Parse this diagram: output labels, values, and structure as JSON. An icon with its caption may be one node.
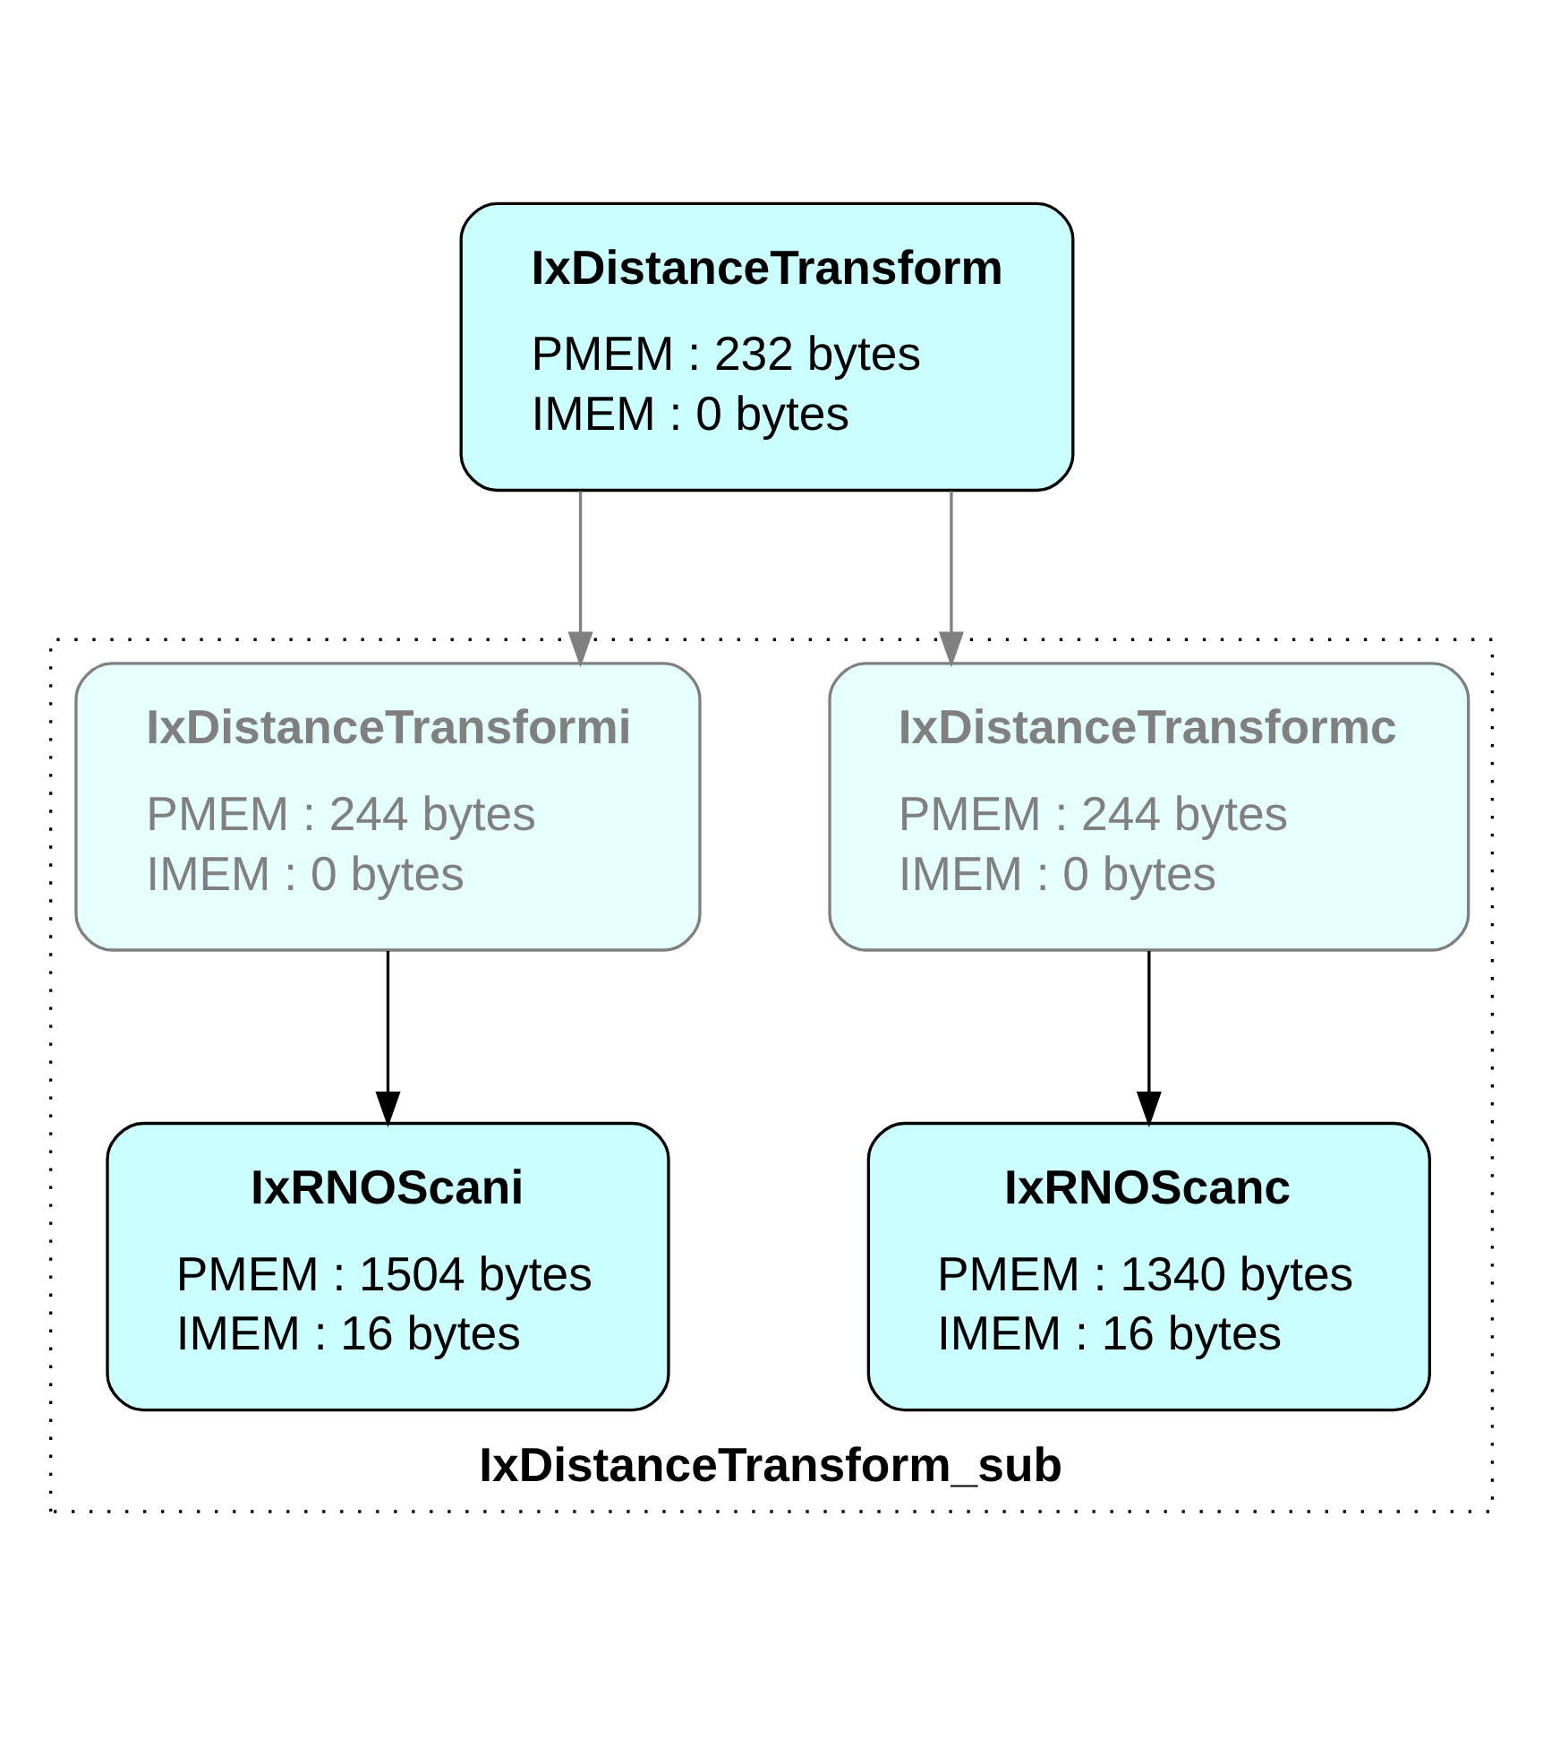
{
  "diagram": {
    "nodes": [
      {
        "text": [
          "IxDistanceTransform",
          "PMEM : 232 bytes",
          "IMEM : 0 bytes"
        ]
      },
      {
        "text": [
          "IxDistanceTransform_sub"
        ]
      },
      {
        "text": [
          "IxDistanceTransformc",
          "PMEM : 244 bytes",
          "IMEM : 0 bytes"
        ],
        "in": 1
      },
      {
        "text": [
          "IxDistanceTransformi",
          "PMEM : 244 bytes",
          "IMEM : 0 bytes"
        ],
        "in": 1
      },
      {
        "text": [
          "IxRNOScanc",
          "PMEM : 1340 bytes",
          "IMEM : 16 bytes"
        ],
        "in": 1
      },
      {
        "text": [
          "IxRNOScani",
          "PMEM : 1504 bytes",
          "IMEM : 16 bytes"
        ],
        "in": 1
      }
    ],
    "edges": [
      {
        "from": 0,
        "to": 2,
        "arrow": "to",
        "color": "#808080"
      },
      {
        "from": 0,
        "to": 3,
        "arrow": "to",
        "color": "#808080"
      },
      {
        "from": 2,
        "to": 4,
        "arrow": "to",
        "color": "#000000"
      },
      {
        "from": 3,
        "to": 5,
        "arrow": "to",
        "color": "#000000"
      }
    ]
  }
}
